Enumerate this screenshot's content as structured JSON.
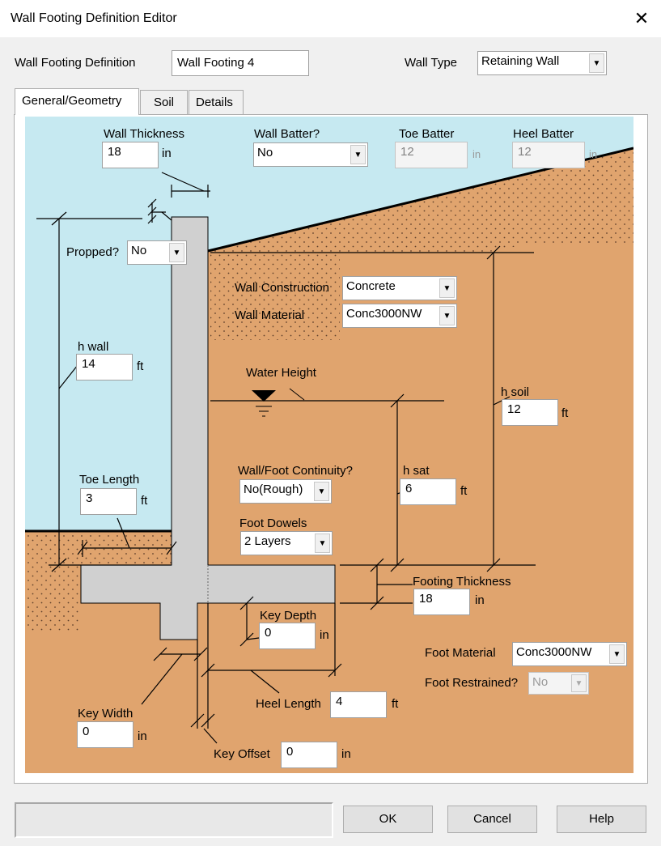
{
  "window": {
    "title": "Wall Footing Definition Editor",
    "close_glyph": "✕"
  },
  "header": {
    "definition_label": "Wall Footing Definition",
    "definition_value": "Wall Footing 4",
    "wall_type_label": "Wall Type",
    "wall_type_value": "Retaining Wall"
  },
  "tabs": [
    {
      "label": "General/Geometry",
      "active": true
    },
    {
      "label": "Soil",
      "active": false
    },
    {
      "label": "Details",
      "active": false
    }
  ],
  "colors": {
    "sky": "#c6e9f1",
    "soil": "#e0a46e",
    "concrete": "#d0d0d0",
    "window": "#f0f0f0"
  },
  "fields": {
    "wall_thickness": {
      "label": "Wall Thickness",
      "value": "18",
      "unit": "in"
    },
    "wall_batter": {
      "label": "Wall Batter?",
      "value": "No"
    },
    "toe_batter": {
      "label": "Toe Batter",
      "value": "12",
      "unit": "in",
      "disabled": true
    },
    "heel_batter": {
      "label": "Heel Batter",
      "value": "12",
      "unit": "in",
      "disabled": true
    },
    "propped": {
      "label": "Propped?",
      "value": "No"
    },
    "wall_construction": {
      "label": "Wall Construction",
      "value": "Concrete"
    },
    "wall_material": {
      "label": "Wall Material",
      "value": "Conc3000NW"
    },
    "h_wall": {
      "label": "h wall",
      "value": "14",
      "unit": "ft"
    },
    "water_height": {
      "label": "Water Height"
    },
    "h_soil": {
      "label": "h soil",
      "value": "12",
      "unit": "ft"
    },
    "wall_foot_continuity": {
      "label": "Wall/Foot Continuity?",
      "value": "No(Rough)"
    },
    "h_sat": {
      "label": "h sat",
      "value": "6",
      "unit": "ft"
    },
    "toe_length": {
      "label": "Toe Length",
      "value": "3",
      "unit": "ft"
    },
    "foot_dowels": {
      "label": "Foot Dowels",
      "value": "2 Layers"
    },
    "footing_thickness": {
      "label": "Footing Thickness",
      "value": "18",
      "unit": "in"
    },
    "key_depth": {
      "label": "Key Depth",
      "value": "0",
      "unit": "in"
    },
    "foot_material": {
      "label": "Foot Material",
      "value": "Conc3000NW"
    },
    "foot_restrained": {
      "label": "Foot Restrained?",
      "value": "No",
      "disabled": true
    },
    "heel_length": {
      "label": "Heel Length",
      "value": "4",
      "unit": "ft"
    },
    "key_width": {
      "label": "Key Width",
      "value": "0",
      "unit": "in"
    },
    "key_offset": {
      "label": "Key Offset",
      "value": "0",
      "unit": "in"
    }
  },
  "buttons": {
    "ok": "OK",
    "cancel": "Cancel",
    "help": "Help"
  },
  "icons": {
    "dropdown": "chevron-down-icon",
    "water_level": "water-level-icon",
    "prop_support": "prop-support-icon"
  }
}
